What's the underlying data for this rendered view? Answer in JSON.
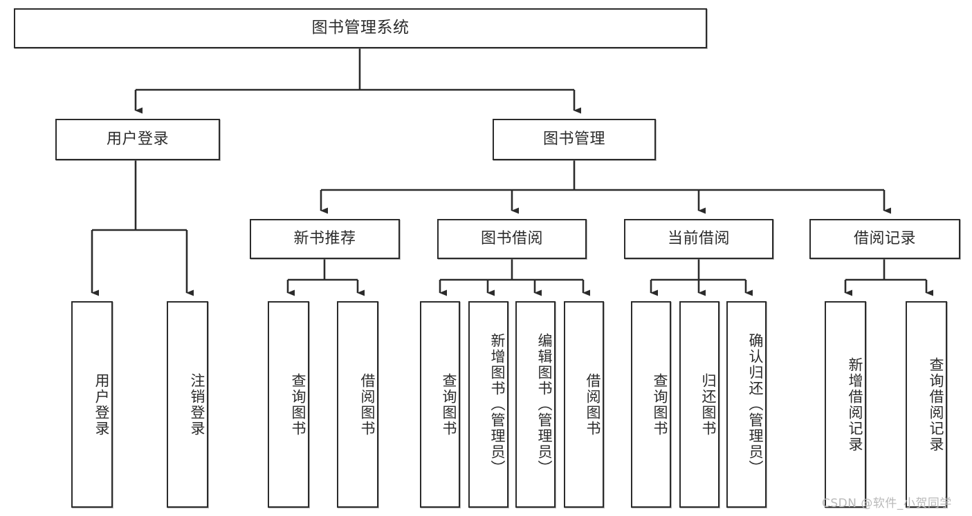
{
  "diagram": {
    "type": "tree-hierarchy",
    "title": "图书管理系统",
    "orientation": "top-down",
    "colors": {
      "background": "#ffffff",
      "node_border": "#2b2b2b",
      "node_fill": "#ffffff",
      "edge": "#2b2b2b",
      "watermark": "#b9b9b9"
    },
    "root": {
      "label": "图书管理系统"
    },
    "level2": [
      {
        "label": "用户登录"
      },
      {
        "label": "图书管理"
      }
    ],
    "level3": [
      {
        "label": "新书推荐"
      },
      {
        "label": "图书借阅"
      },
      {
        "label": "当前借阅"
      },
      {
        "label": "借阅记录"
      }
    ],
    "leaves": {
      "user_login": [
        {
          "label": "用户登录"
        },
        {
          "label": "注销登录"
        }
      ],
      "new_book_recommend": [
        {
          "label": "查询图书"
        },
        {
          "label": "借阅图书"
        }
      ],
      "book_borrow": [
        {
          "label": "查询图书"
        },
        {
          "label": "新增图书（管理员）"
        },
        {
          "label": "编辑图书（管理员）"
        },
        {
          "label": "借阅图书"
        }
      ],
      "current_borrow": [
        {
          "label": "查询图书"
        },
        {
          "label": "归还图书"
        },
        {
          "label": "确认归还（管理员）"
        }
      ],
      "borrow_record": [
        {
          "label": "新增借阅记录"
        },
        {
          "label": "查询借阅记录"
        }
      ]
    },
    "watermark": "CSDN @软件_小贺同学"
  }
}
